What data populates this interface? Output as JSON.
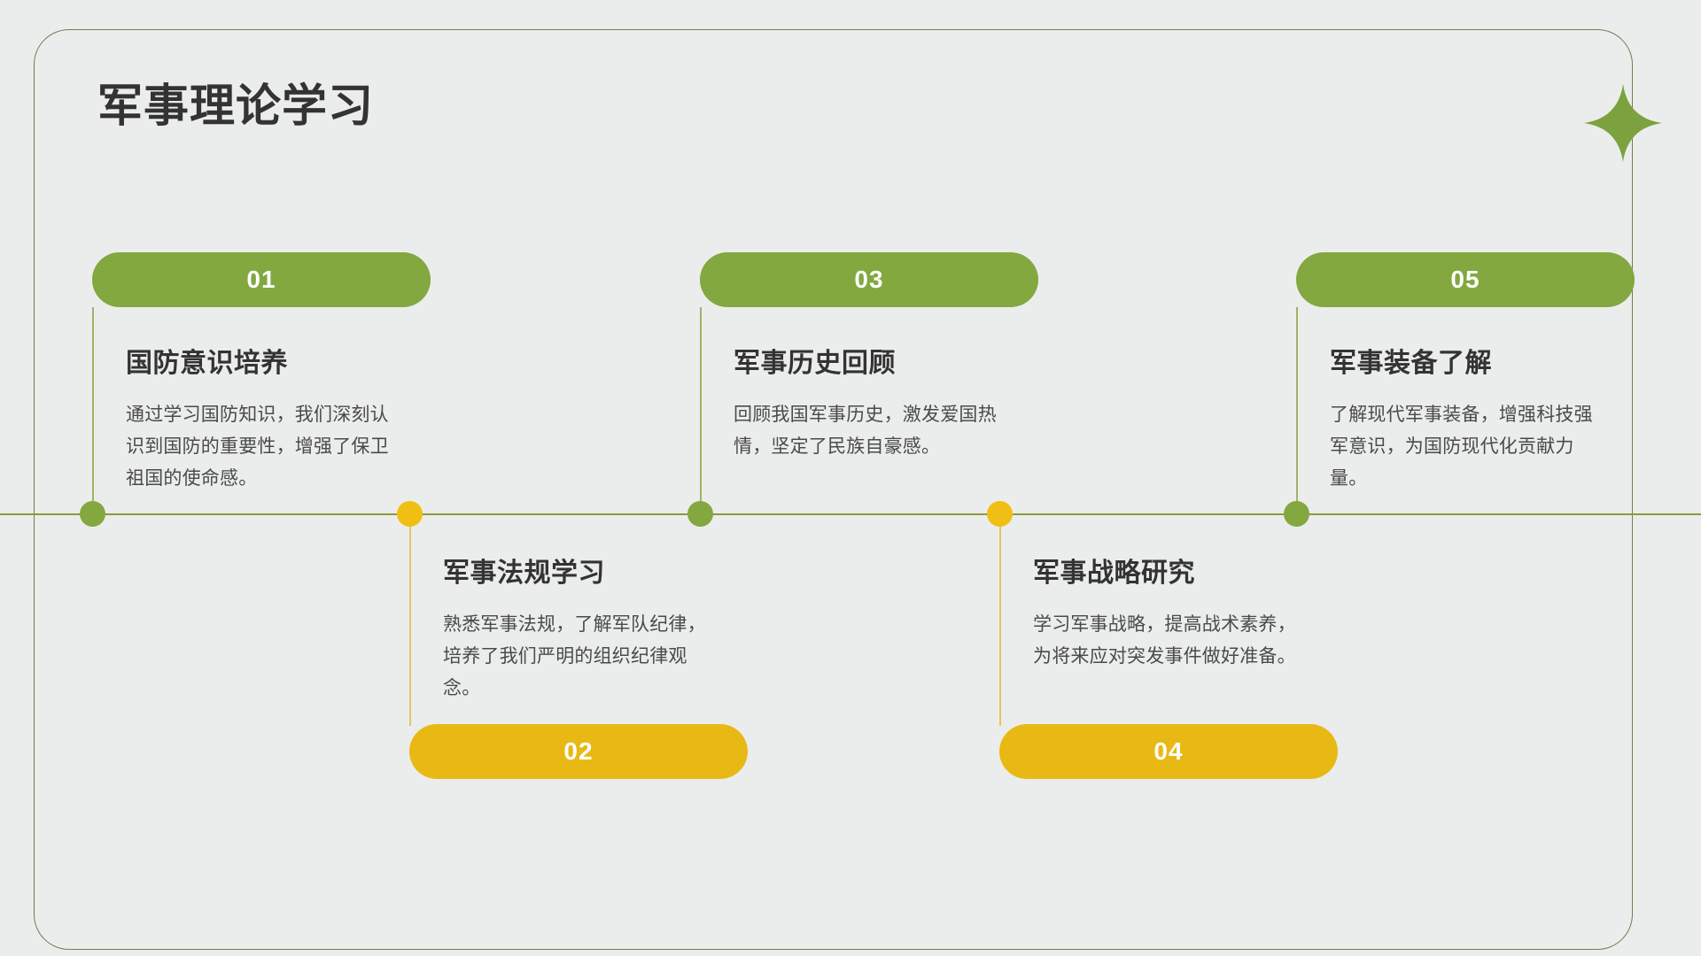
{
  "slide": {
    "title": "军事理论学习",
    "background_color": "#ebedec",
    "frame_color": "#6f7d52",
    "title_color": "#333333"
  },
  "decoration": {
    "sparkle_icon": "four-point-star",
    "sparkle_color": "#7ba23f"
  },
  "timeline": {
    "axis_color": "#8a9a3f",
    "green_color": "#82a83f",
    "gold_color": "#e8b914",
    "items": [
      {
        "number": "01",
        "heading": "国防意识培养",
        "description": "通过学习国防知识，我们深刻认识到国防的重要性，增强了保卫祖国的使命感。",
        "position": "up",
        "color": "#82a83f"
      },
      {
        "number": "02",
        "heading": "军事法规学习",
        "description": "熟悉军事法规，了解军队纪律，培养了我们严明的组织纪律观念。",
        "position": "down",
        "color": "#e8b914"
      },
      {
        "number": "03",
        "heading": "军事历史回顾",
        "description": "回顾我国军事历史，激发爱国热情，坚定了民族自豪感。",
        "position": "up",
        "color": "#82a83f"
      },
      {
        "number": "04",
        "heading": "军事战略研究",
        "description": "学习军事战略，提高战术素养，为将来应对突发事件做好准备。",
        "position": "down",
        "color": "#e8b914"
      },
      {
        "number": "05",
        "heading": "军事装备了解",
        "description": "了解现代军事装备，增强科技强军意识，为国防现代化贡献力量。",
        "position": "up",
        "color": "#82a83f"
      }
    ]
  }
}
